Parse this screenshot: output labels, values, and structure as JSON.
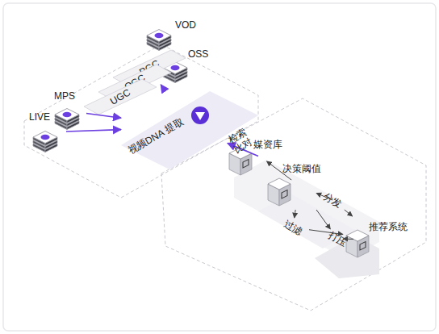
{
  "diagram": {
    "nodes": [
      {
        "text": [
          "VOD"
        ]
      },
      {
        "text": [
          "OSS"
        ]
      },
      {
        "text": [
          "MPS"
        ]
      },
      {
        "text": [
          "LIVE"
        ]
      },
      {
        "text": [
          "PGC"
        ]
      },
      {
        "text": [
          "OGC"
        ]
      },
      {
        "text": [
          "UGC"
        ]
      },
      {
        "text": [
          "视频DNA 提取"
        ]
      },
      {
        "text": [
          "媒资库"
        ]
      },
      {
        "text": [
          "决策阈值"
        ]
      },
      {
        "text": [
          "分发"
        ]
      },
      {
        "text": [
          "打压"
        ]
      },
      {
        "text": [
          "过滤"
        ]
      },
      {
        "text": [
          "推荐系统"
        ]
      }
    ],
    "edges": [
      {
        "from": 4,
        "to": 7,
        "arrow": "to"
      },
      {
        "from": 2,
        "to": 7,
        "arrow": "to"
      },
      {
        "from": 3,
        "to": 7,
        "arrow": "to"
      },
      {
        "from": 7,
        "to": 8,
        "label": "检索 比对",
        "arrow": "to"
      },
      {
        "from": 8,
        "to": 9,
        "arrow": "to"
      },
      {
        "from": 9,
        "to": 10,
        "arrow": "to"
      },
      {
        "from": 9,
        "to": 11,
        "arrow": "to"
      },
      {
        "from": 9,
        "to": 12,
        "arrow": "to"
      },
      {
        "from": 10,
        "to": 13,
        "arrow": "to"
      },
      {
        "from": 11,
        "to": 13,
        "arrow": "to"
      },
      {
        "from": 12,
        "to": 13,
        "arrow": "to"
      }
    ]
  }
}
